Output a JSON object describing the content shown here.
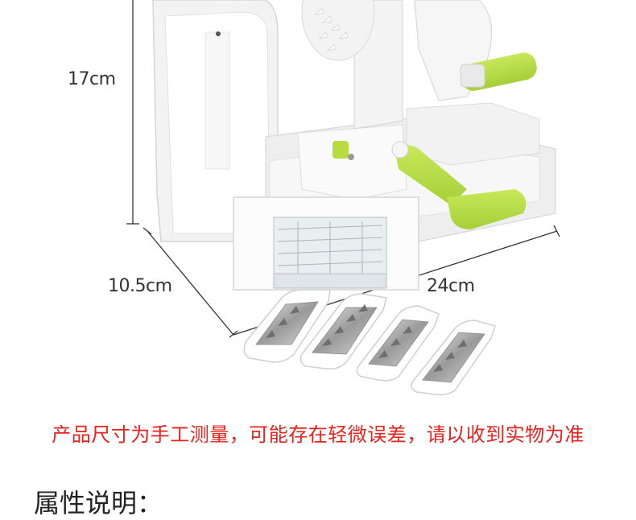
{
  "dimensions": {
    "height": "17cm",
    "depth": "10.5cm",
    "width": "24cm"
  },
  "notice": "产品尺寸为手工测量，可能存在轻微误差，请以收到实物为准",
  "section_heading": "属性说明：",
  "colors": {
    "notice_text": "#e8231e",
    "accent_green": "#b6dc42",
    "body_white": "#f6f6f6",
    "dimension_line": "#333333"
  }
}
